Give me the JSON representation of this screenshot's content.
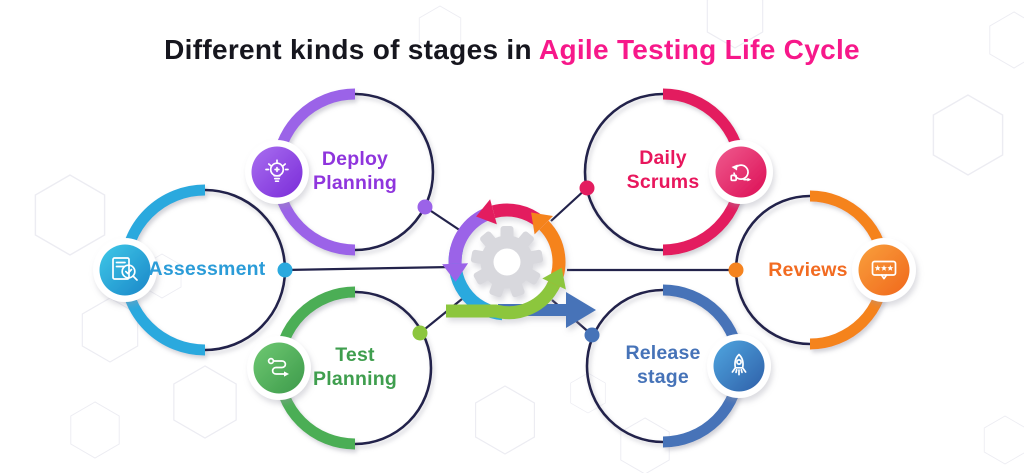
{
  "title": {
    "prefix": "Different kinds of stages in",
    "highlight": " Agile Testing Life Cycle"
  },
  "colors": {
    "title_text": "#16161e",
    "title_highlight": "#f7188a",
    "ring": "#23234b",
    "connector": "#23234b",
    "hex_pattern": "#ececf2",
    "background": "#ffffff"
  },
  "nodes": {
    "assessment": {
      "label_line1": "Assessment",
      "label_line2": "",
      "text_color": "#2b9cd8",
      "arc_color": "#2ba9de",
      "dot_color": "#2ba9de",
      "badge_from": "#3ec9e8",
      "badge_to": "#1b86c8",
      "icon": "document-search-icon"
    },
    "deploy": {
      "label_line1": "Deploy",
      "label_line2": "Planning",
      "text_color": "#8f35dd",
      "arc_color": "#9b63e8",
      "dot_color": "#9b63e8",
      "badge_from": "#a96ff0",
      "badge_to": "#7a2bd8",
      "icon": "lightbulb-icon"
    },
    "test": {
      "label_line1": "Test",
      "label_line2": "Planning",
      "text_color": "#3f9e4e",
      "arc_color": "#4cae54",
      "dot_color": "#8cc63e",
      "badge_from": "#6fc973",
      "badge_to": "#3d9a4a",
      "icon": "test-path-icon"
    },
    "daily": {
      "label_line1": "Daily",
      "label_line2": "Scrums",
      "text_color": "#e8175d",
      "arc_color": "#e31c5f",
      "dot_color": "#e31c5f",
      "badge_from": "#ef5b8e",
      "badge_to": "#dc0e55",
      "icon": "scrum-cycle-icon"
    },
    "release": {
      "label_line1": "Release",
      "label_line2": "stage",
      "text_color": "#4673b8",
      "arc_color": "#4673b8",
      "dot_color": "#4673b8",
      "badge_from": "#4fa6e0",
      "badge_to": "#2f5fa8",
      "icon": "rocket-icon"
    },
    "reviews": {
      "label_line1": "Reviews",
      "label_line2": "",
      "text_color": "#f26b21",
      "arc_color": "#f5831f",
      "dot_color": "#f5831f",
      "badge_from": "#f9a03c",
      "badge_to": "#f0671c",
      "icon": "feedback-stars-icon"
    }
  },
  "center_icon": {
    "name": "agile-sprint-cycle",
    "colors": {
      "teal": "#2ba9de",
      "purple": "#9b63e8",
      "crimson": "#e31c5f",
      "orange": "#f5831f",
      "green": "#8cc63e",
      "blue": "#4673b8",
      "gear": "#d8d8dd"
    }
  }
}
